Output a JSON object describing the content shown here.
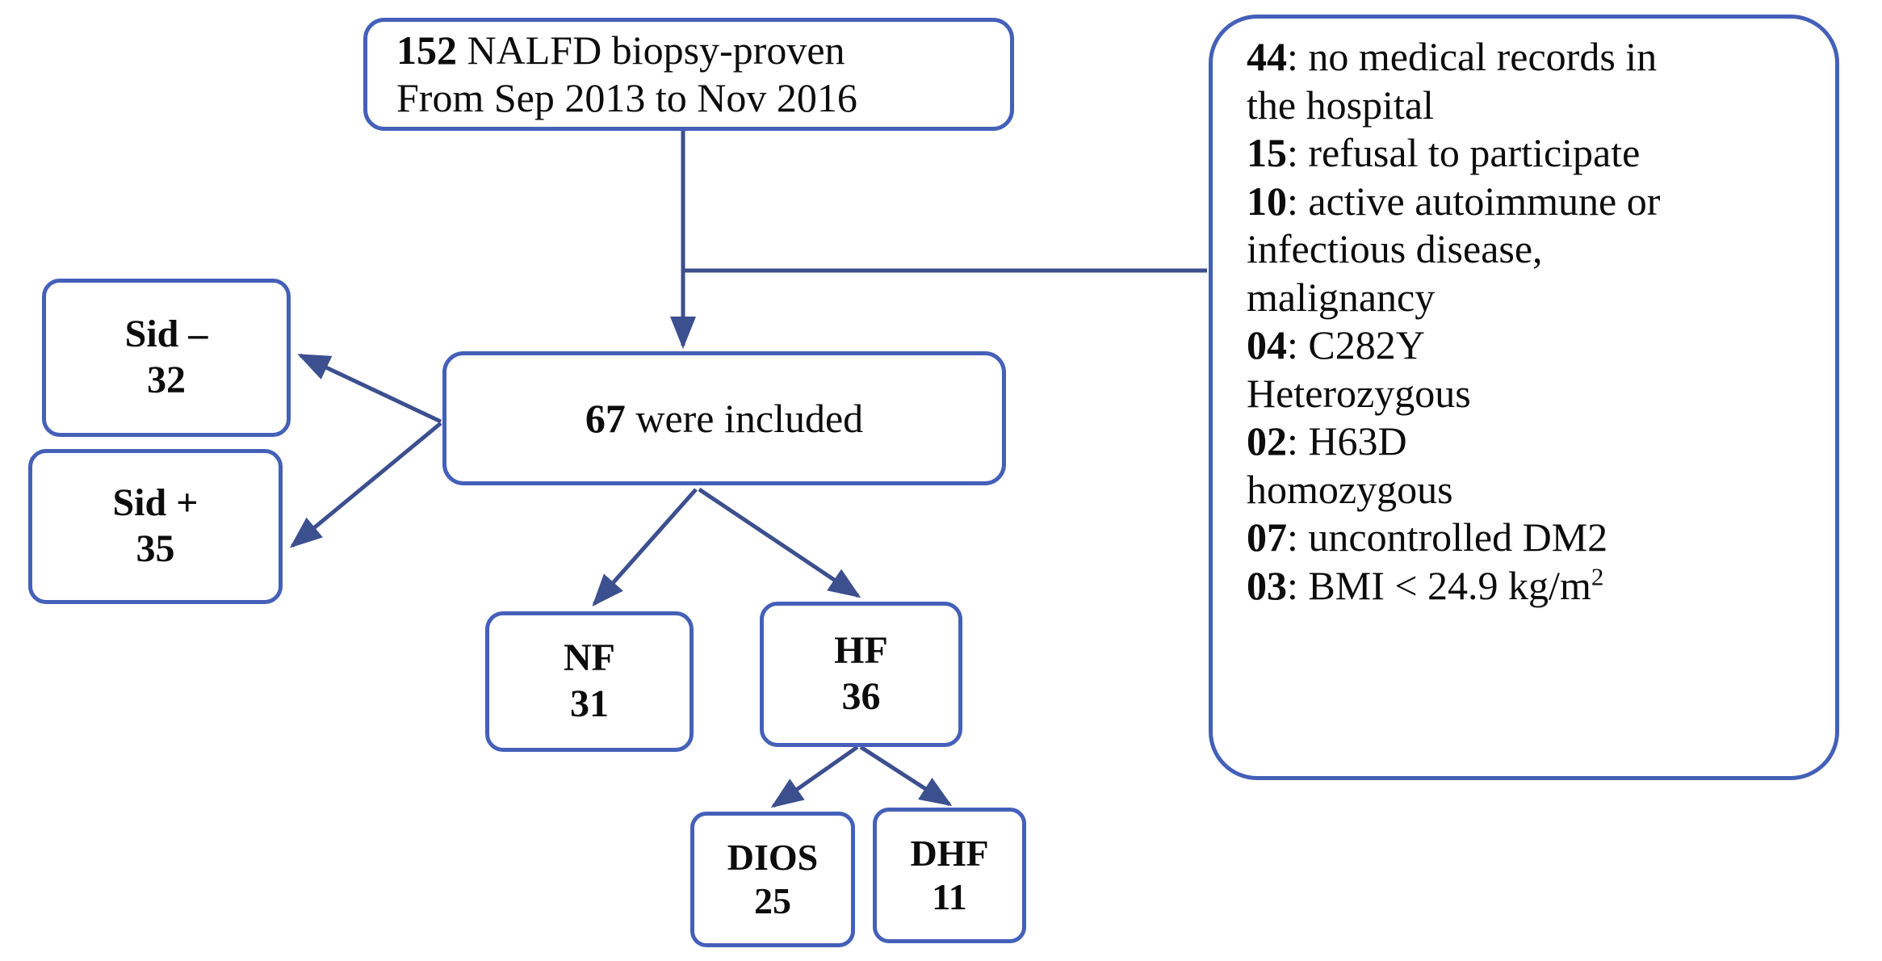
{
  "diagram": {
    "title": "NAFLD study patient selection flowchart",
    "accent_color": "#4460b8",
    "connector_color": "#3c4f8e",
    "background_color": "#ffffff"
  },
  "nodes": {
    "source": {
      "lines": [
        {
          "bold": "152",
          "rest": " NALFD biopsy-proven"
        },
        {
          "bold": "",
          "rest": "From Sep 2013 to Nov 2016"
        }
      ]
    },
    "excluded": {
      "items": [
        {
          "count": "44",
          "reason": ": no medical records in"
        },
        {
          "count": "",
          "reason": "the hospital"
        },
        {
          "count": "15",
          "reason": ": refusal to participate"
        },
        {
          "count": "10",
          "reason": ": active autoimmune or"
        },
        {
          "count": "",
          "reason": "infectious disease,"
        },
        {
          "count": "",
          "reason": "malignancy"
        },
        {
          "count": "04",
          "reason": ": C282Y"
        },
        {
          "count": "",
          "reason": "Heterozygous"
        },
        {
          "count": "02",
          "reason": ": H63D"
        },
        {
          "count": "",
          "reason": "homozygous"
        },
        {
          "count": "07",
          "reason": ": uncontrolled DM2"
        },
        {
          "count": "03",
          "reason": ": BMI < 24.9 kg/m",
          "sup": "2"
        }
      ]
    },
    "included": {
      "lines": [
        {
          "bold": "67",
          "rest": " were included"
        }
      ]
    },
    "sid_neg": {
      "label": "Sid –",
      "value": "32"
    },
    "sid_pos": {
      "label": "Sid +",
      "value": "35"
    },
    "nf": {
      "label": "NF",
      "value": "31"
    },
    "hf": {
      "label": "HF",
      "value": "36"
    },
    "dios": {
      "label": "DIOS",
      "value": "25"
    },
    "dhf": {
      "label": "DHF",
      "value": "11"
    }
  },
  "edges": [
    {
      "name": "source-to-included",
      "from": "source",
      "to": "included"
    },
    {
      "name": "source-to-excluded",
      "from": "source",
      "to": "excluded"
    },
    {
      "name": "included-to-sid-neg",
      "from": "included",
      "to": "sid_neg"
    },
    {
      "name": "included-to-sid-pos",
      "from": "included",
      "to": "sid_pos"
    },
    {
      "name": "included-to-nf",
      "from": "included",
      "to": "nf"
    },
    {
      "name": "included-to-hf",
      "from": "included",
      "to": "hf"
    },
    {
      "name": "hf-to-dios",
      "from": "hf",
      "to": "dios"
    },
    {
      "name": "hf-to-dhf",
      "from": "hf",
      "to": "dhf"
    }
  ]
}
